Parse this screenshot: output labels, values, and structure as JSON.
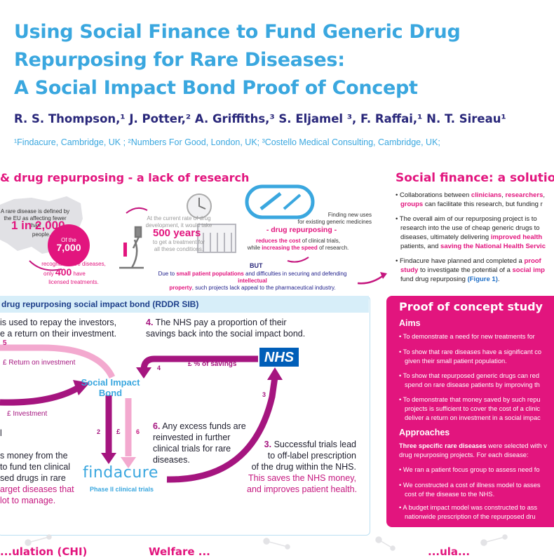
{
  "title": {
    "line1": "Using Social Finance to Fund Generic Drug",
    "line2": "Repurposing for Rare Diseases:",
    "line3": "A Social Impact Bond Proof of Concept"
  },
  "authors": "R. S. Thompson,¹ J. Potter,² A. Griffiths,³ S. Eljamel ³, F. Raffai,¹ N. T. Sireau¹",
  "affiliations": "¹Findacure, Cambridge, UK ; ²Numbers For Good, London, UK; ³Costello Medical Consulting, Cambridge, UK;",
  "left_section": {
    "heading": "& drug repurposing - a lack of research",
    "rare_def_1": "A rare disease is defined by",
    "rare_def_2": "the EU as affecting fewer than",
    "rare_big": "1 in 2,000",
    "rare_def_3": "people.",
    "of_the": "Of the",
    "seven_thousand": "7,000",
    "recognised": "recognised rare diseases,",
    "only": "only",
    "four_hundred": "400",
    "have": "have",
    "licensed": "licensed treatments.",
    "rate_1": "At the current rate of drug",
    "rate_2": "development, it would take",
    "five_hundred": "500 years",
    "rate_3": "to get a treatment for",
    "rate_4": "all these conditions.",
    "finding_1": "Finding new uses",
    "finding_2": "for existing generic medicines",
    "drug_repurposing": "- drug repurposing -",
    "reduces_pre": "",
    "reduces_link": "reduces the cost",
    "reduces_post": " of clinical trials,",
    "increasing_pre": "while ",
    "increasing_link": "increasing the speed",
    "increasing_post": " of research.",
    "but": "BUT",
    "due_pre": "Due to ",
    "due_link1": "small patient populations",
    "due_mid": " and difficulties in securing and defending ",
    "due_link2": "intellectual",
    "due_link2b": "property",
    "due_post": ", such projects lack appeal to the pharmaceutical industry."
  },
  "social_finance": {
    "heading": "Social finance: a solution",
    "b1_pre": "Collaborations between ",
    "b1_p1": "clinicians",
    "b1_c1": ", ",
    "b1_p2": "researchers",
    "b1_c2": ",",
    "b1_p3": "groups",
    "b1_post": " can facilitate this research, but funding r",
    "b2_l1": "The overall aim of our repurposing project is to",
    "b2_l2": "research into the use of cheap generic drugs to",
    "b2_l3_pre": "diseases, ultimately delivering ",
    "b2_l3_p": "improved health",
    "b2_l4_pre": "patients, and ",
    "b2_l4_p": "saving the National Health Servic",
    "b3_l1_pre": "Findacure have planned and completed a ",
    "b3_l1_p": "proof",
    "b3_l2_p": "study",
    "b3_l2_mid": " to investigate the potential of a ",
    "b3_l2_p2": "social imp",
    "b3_l3_pre": "fund drug repurposing ",
    "b3_l3_b": "(Figure 1)",
    "b3_l3_post": "."
  },
  "sib": {
    "header": "drug repurposing social impact bond (RDDR SIB)",
    "t1_l1": "is used to repay the investors,",
    "t1_l2": "e a return on their investment.",
    "t4_l1_num": "4.",
    "t4_l1": " The NHS pay a proportion of their",
    "t4_l2": "savings back into the social impact bond.",
    "n5": "5",
    "return_label": "£ Return on investment",
    "pct_savings": "£ % of savings",
    "n4": "4",
    "nhs": "NHS",
    "sib_label_1": "Social Impact",
    "sib_label_2": "Bond",
    "investment_label": "£ Investment",
    "n3": "3",
    "n2": "2",
    "pound": "£",
    "n6": "6",
    "t6_num": "6.",
    "t6_l1": " Any excess funds are",
    "t6_l2": "reinvested in further",
    "t6_l3": "clinical trials for rare",
    "t6_l4": "diseases.",
    "t3_num": "3.",
    "t3_l1": " Successful trials lead",
    "t3_l2": "to off-label prescription",
    "t3_l3": "of the drug within the NHS.",
    "t3_l4": "This saves the NHS money,",
    "t3_l5": "and improves patient health.",
    "left_l0": "l",
    "left_l1": "s money from the",
    "left_l2": "to fund ten clinical",
    "left_l3": "sed drugs in rare",
    "left_l4": "arget diseases that",
    "left_l5": "lot to manage.",
    "findacure": "findacure",
    "phase": "Phase II clinical trials"
  },
  "proof": {
    "title": "Proof of concept study",
    "aims": "Aims",
    "a1": "To demonstrate a need for new treatments for",
    "a2_l1": "To show that rare diseases have a significant co",
    "a2_l2": "given their small patient population.",
    "a3_l1": "To show that repurposed generic drugs can red",
    "a3_l2": "spend on rare disease patients by improving th",
    "a4_l1": "To demonstrate that money saved by such repu",
    "a4_l2": "projects is sufficient to cover the cost of a clinic",
    "a4_l3": "deliver a return on investment in a social impac",
    "approaches": "Approaches",
    "ap_intro_b": "Three specific rare diseases",
    "ap_intro_post": " were selected with v",
    "ap_intro_l2": "drug repurposing projects. For each disease:",
    "ap1": "We ran a patient focus group to assess need fo",
    "ap2_l1": "We constructed a cost of illness model to asses",
    "ap2_l2": "cost of the disease to the NHS.",
    "ap3_l1": "A budget impact model was constructed to ass",
    "ap3_l2": "nationwide prescription of the repurposed dru"
  },
  "bottom": {
    "left": "...ulation (CHI)",
    "mid": "Welfare ...",
    "right": "...ula..."
  },
  "colors": {
    "title_blue": "#3aa7df",
    "author_navy": "#29277a",
    "pink": "#e2157e",
    "light_pink": "#f3a9cf",
    "purple": "#a5157f",
    "nhs_blue": "#005eb8"
  }
}
